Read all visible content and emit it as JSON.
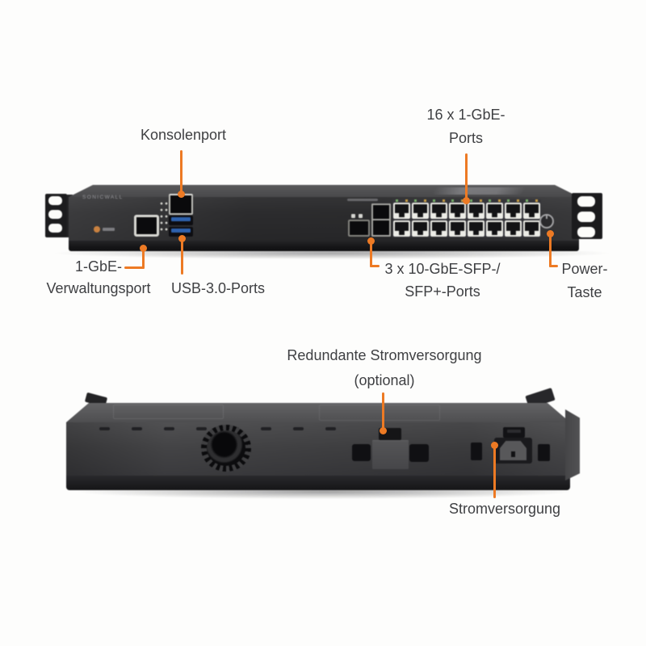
{
  "diagram": {
    "accent_color": "#ED7A24",
    "label_color": "#3F4043",
    "front": {
      "brand": "SONICWALL",
      "callouts": {
        "konsolenport": "Konsolenport",
        "gbe_line1": "16 x 1-GbE-",
        "gbe_line2": "Ports",
        "mgmt_line1": "1-GbE-",
        "mgmt_line2": "Verwaltungsport",
        "usb": "USB-3.0-Ports",
        "sfp_line1": "3 x 10-GbE-SFP-/",
        "sfp_line2": "SFP+-Ports",
        "power_line1": "Power-",
        "power_line2": "Taste"
      }
    },
    "rear": {
      "callouts": {
        "redundant_line1": "Redundante Stromversorgung",
        "redundant_line2": "(optional)",
        "psu": "Stromversorgung"
      }
    }
  }
}
